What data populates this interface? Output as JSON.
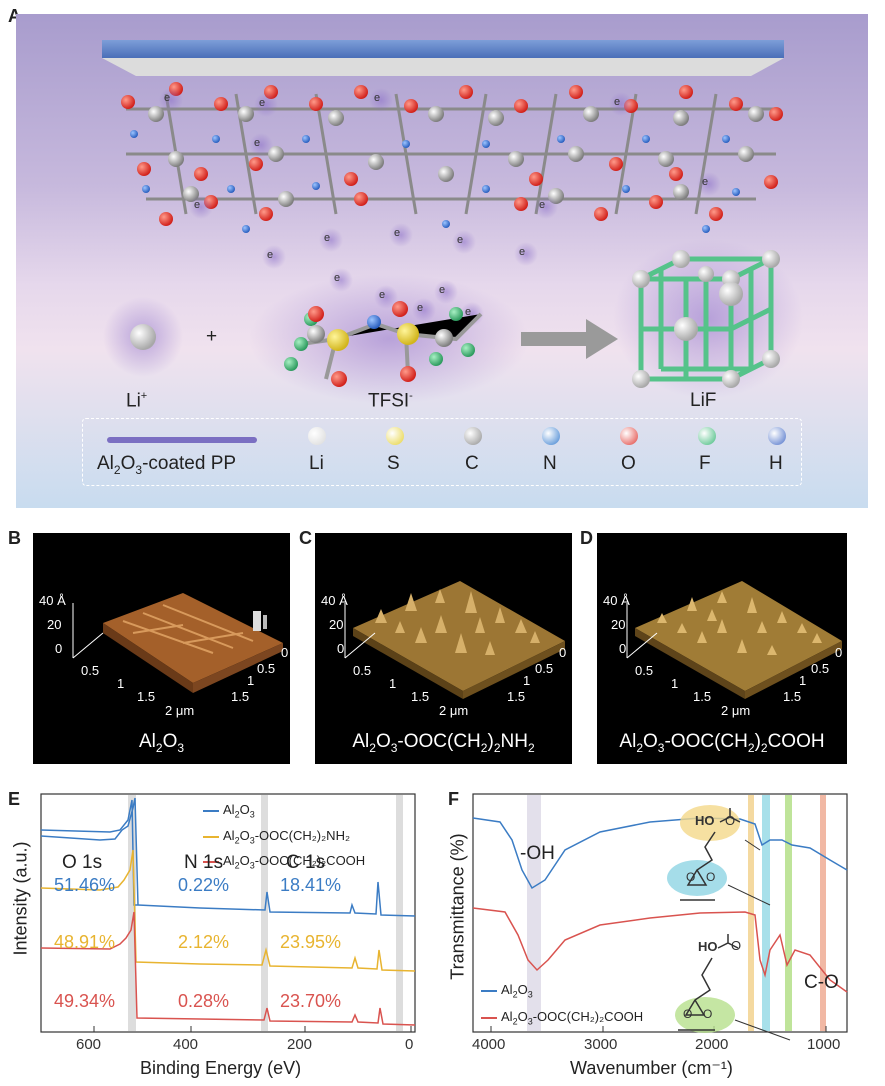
{
  "panels": {
    "A": "A",
    "B": "B",
    "C": "C",
    "D": "D",
    "E": "E",
    "F": "F"
  },
  "panelA": {
    "electron": "e",
    "li_ion": "Li",
    "li_ion_sup": "+",
    "plus": "+",
    "tfsi": "TFSI",
    "tfsi_sup": "-",
    "lif": "LiF",
    "legend": {
      "separator_pre": "Al",
      "separator_sub1": "2",
      "separator_mid": "O",
      "separator_sub2": "3",
      "separator_post": "-coated PP",
      "atoms": [
        {
          "label": "Li",
          "color": "#d8d8d8"
        },
        {
          "label": "S",
          "color": "#e6d23a"
        },
        {
          "label": "C",
          "color": "#8d8d8d"
        },
        {
          "label": "N",
          "color": "#3a7fd0"
        },
        {
          "label": "O",
          "color": "#e0403a"
        },
        {
          "label": "F",
          "color": "#3fb97a"
        },
        {
          "label": "H",
          "color": "#4a6fc8"
        }
      ]
    }
  },
  "afm": {
    "z_ticks": [
      "40 Å",
      "20",
      "0"
    ],
    "x_ticks": [
      "0.5",
      "1",
      "1.5",
      "2 μm"
    ],
    "y_ticks": [
      "0",
      "0.5",
      "1",
      "1.5"
    ],
    "B_caption": {
      "a": "Al",
      "s1": "2",
      "b": "O",
      "s2": "3"
    },
    "C_caption": {
      "a": "Al",
      "s1": "2",
      "b": "O",
      "s2": "3",
      "c": "-OOC(CH",
      "s3": "2",
      "d": ")",
      "s4": "2",
      "e": "NH",
      "s5": "2"
    },
    "D_caption": {
      "a": "Al",
      "s1": "2",
      "b": "O",
      "s2": "3",
      "c": "-OOC(CH",
      "s3": "2",
      "d": ")",
      "s4": "2",
      "e": "COOH"
    }
  },
  "panelE": {
    "ylabel": "Intensity (a.u.)",
    "xlabel": "Binding Energy (eV)",
    "legend": [
      {
        "color": "#3b7cc4",
        "a": "Al",
        "s1": "2",
        "b": "O",
        "s2": "3",
        "rest": ""
      },
      {
        "color": "#e8b430",
        "a": "Al",
        "s1": "2",
        "b": "O",
        "s2": "3",
        "rest": "-OOC(CH₂)₂NH₂"
      },
      {
        "color": "#d9534f",
        "a": "Al",
        "s1": "2",
        "b": "O",
        "s2": "3",
        "rest": "-OOC(CH₂)₂COOH"
      }
    ],
    "peaks": [
      "O 1s",
      "N 1s",
      "C 1s"
    ],
    "percent_rows": [
      {
        "color": "#3b7cc4",
        "o": "51.46%",
        "n": "0.22%",
        "c": "18.41%"
      },
      {
        "color": "#e8b430",
        "o": "48.91%",
        "n": "2.12%",
        "c": "23.95%"
      },
      {
        "color": "#d9534f",
        "o": "49.34%",
        "n": "0.28%",
        "c": "23.70%"
      }
    ],
    "x_ticks": [
      "600",
      "400",
      "200",
      "0"
    ]
  },
  "panelF": {
    "ylabel": "Transmittance (%)",
    "xlabel": "Wavenumber (cm⁻¹)",
    "oh": "-OH",
    "co": "C-O",
    "ho": "HO",
    "o": "O",
    "legend": [
      {
        "color": "#3b7cc4",
        "a": "Al",
        "s1": "2",
        "b": "O",
        "s2": "3",
        "rest": ""
      },
      {
        "color": "#d9534f",
        "a": "Al",
        "s1": "2",
        "b": "O",
        "s2": "3",
        "rest": "-OOC(CH₂)₂COOH"
      }
    ],
    "x_ticks": [
      "4000",
      "3000",
      "2000",
      "1000"
    ]
  }
}
